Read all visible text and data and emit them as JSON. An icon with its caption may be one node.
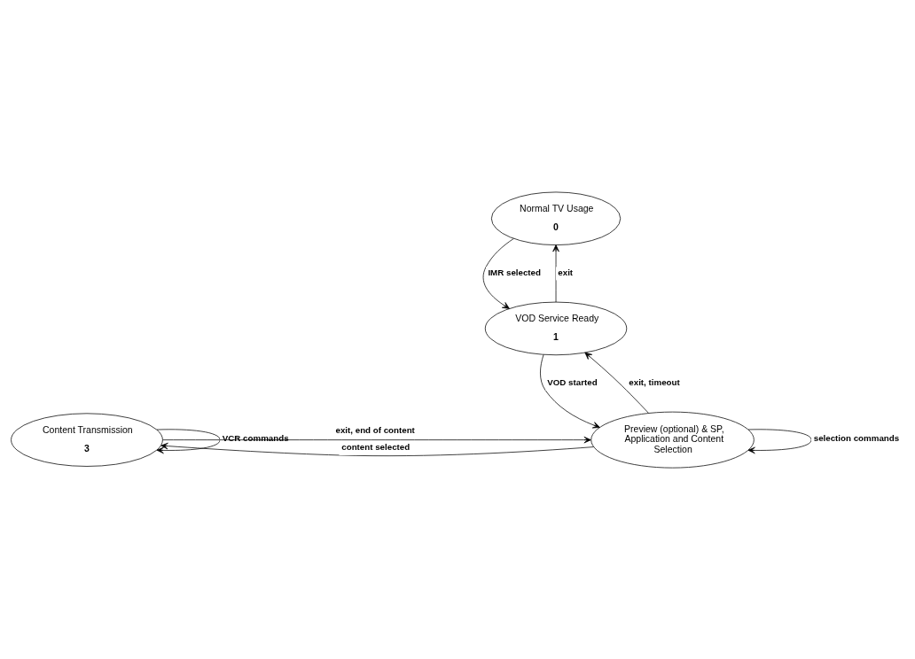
{
  "diagram": {
    "nodes": [
      {
        "text": [
          "Normal TV Usage",
          "0"
        ]
      },
      {
        "text": [
          "VOD Service Ready",
          "1"
        ]
      },
      {
        "text": [
          "Content Transmission",
          "3"
        ]
      },
      {
        "text": [
          "Preview (optional) & SP, Application and Content Selection"
        ]
      }
    ],
    "edges": [
      {
        "from": 0,
        "to": 1,
        "arrow": "to",
        "label": "IMR selected"
      },
      {
        "from": 1,
        "to": 0,
        "arrow": "to",
        "label": "exit"
      },
      {
        "from": 1,
        "to": 3,
        "arrow": "to",
        "label": "VOD started"
      },
      {
        "from": 3,
        "to": 1,
        "arrow": "to",
        "label": "exit, timeout"
      },
      {
        "from": 2,
        "to": 3,
        "arrow": "to",
        "label": "exit, end of content"
      },
      {
        "from": 3,
        "to": 2,
        "arrow": "to",
        "label": "content selected"
      },
      {
        "from": 2,
        "to": 2,
        "arrow": "to",
        "label": "VCR commands"
      },
      {
        "from": 3,
        "to": 3,
        "arrow": "to",
        "label": "selection commands"
      }
    ]
  }
}
